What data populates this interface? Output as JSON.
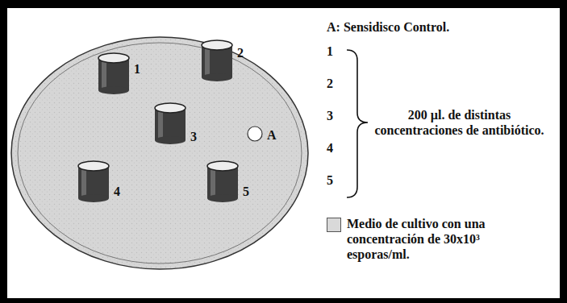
{
  "diagram": {
    "labels": [
      "1",
      "2",
      "3",
      "4",
      "5",
      "A",
      "A: Sensidisco Control.",
      "1",
      "2",
      "3",
      "4",
      "5",
      "200 µl. de distintas concentraciones de antibiótico."
    ],
    "legend": [
      {
        "text": "Medio de cultivo con una concentración de 30x10³ esporas/ml.",
        "color": "#d9d9d9"
      }
    ]
  }
}
